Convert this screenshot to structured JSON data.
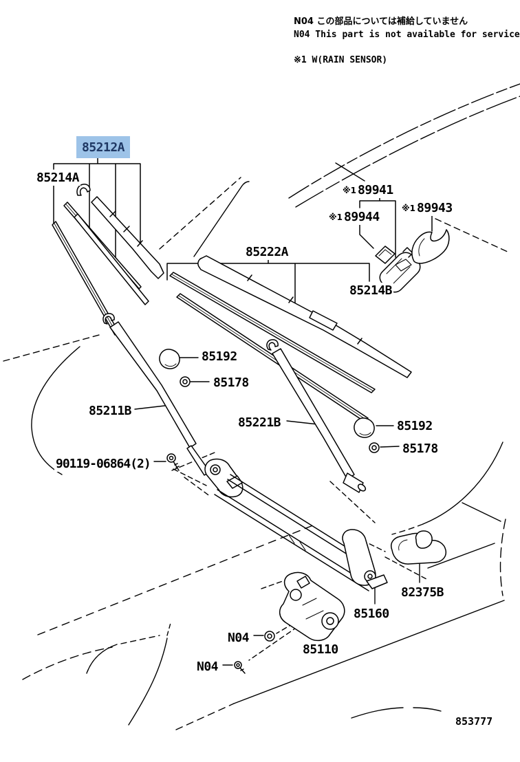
{
  "notes": {
    "jp": "N04 この部品については補給していません",
    "en": "N04 This part is not available for service",
    "sensor": "※1 W(RAIN SENSOR)"
  },
  "parts": {
    "p85212A": {
      "num": "85212A",
      "highlighted": true
    },
    "p85214A": {
      "num": "85214A"
    },
    "p89941": {
      "prefix": "※1",
      "num": "89941"
    },
    "p89944": {
      "prefix": "※1",
      "num": "89944"
    },
    "p89943": {
      "prefix": "※1",
      "num": "89943"
    },
    "p85222A": {
      "num": "85222A"
    },
    "p85214B": {
      "num": "85214B"
    },
    "p85192_1": {
      "num": "85192"
    },
    "p85178_1": {
      "num": "85178"
    },
    "p85211B": {
      "num": "85211B"
    },
    "p85221B": {
      "num": "85221B"
    },
    "p85192_2": {
      "num": "85192"
    },
    "p85178_2": {
      "num": "85178"
    },
    "p90119": {
      "num": "90119-06864(2)"
    },
    "p82375B": {
      "num": "82375B"
    },
    "p85160": {
      "num": "85160"
    },
    "pN04_1": {
      "num": "N04"
    },
    "p85110": {
      "num": "85110"
    },
    "pN04_2": {
      "num": "N04"
    }
  },
  "footer": {
    "code": "853777"
  },
  "colors": {
    "highlight_bg": "#9dc3e8",
    "highlight_text": "#1f3864",
    "line": "#000000",
    "bg": "#ffffff"
  }
}
